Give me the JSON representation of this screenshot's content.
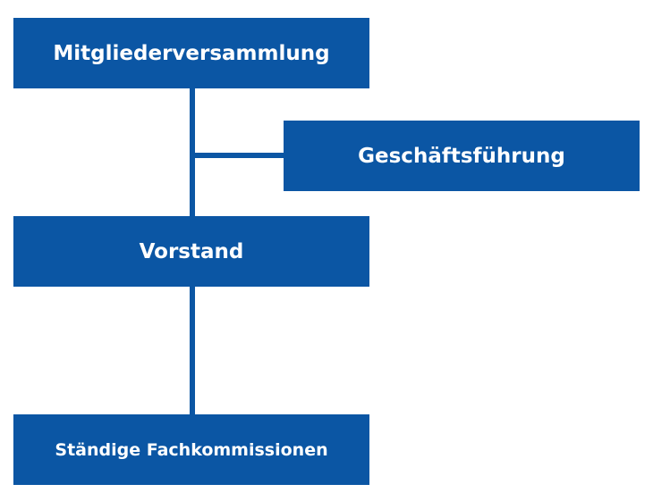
{
  "org_chart": {
    "nodes": {
      "mitgliederversammlung": "Mitgliederversammlung",
      "geschaeftsfuehrung": "Geschäftsführung",
      "vorstand": "Vorstand",
      "fachkommissionen": "Ständige Fachkommissionen"
    },
    "colors": {
      "box": "#0b56a4",
      "text": "#ffffff",
      "background": "#ffffff"
    }
  }
}
